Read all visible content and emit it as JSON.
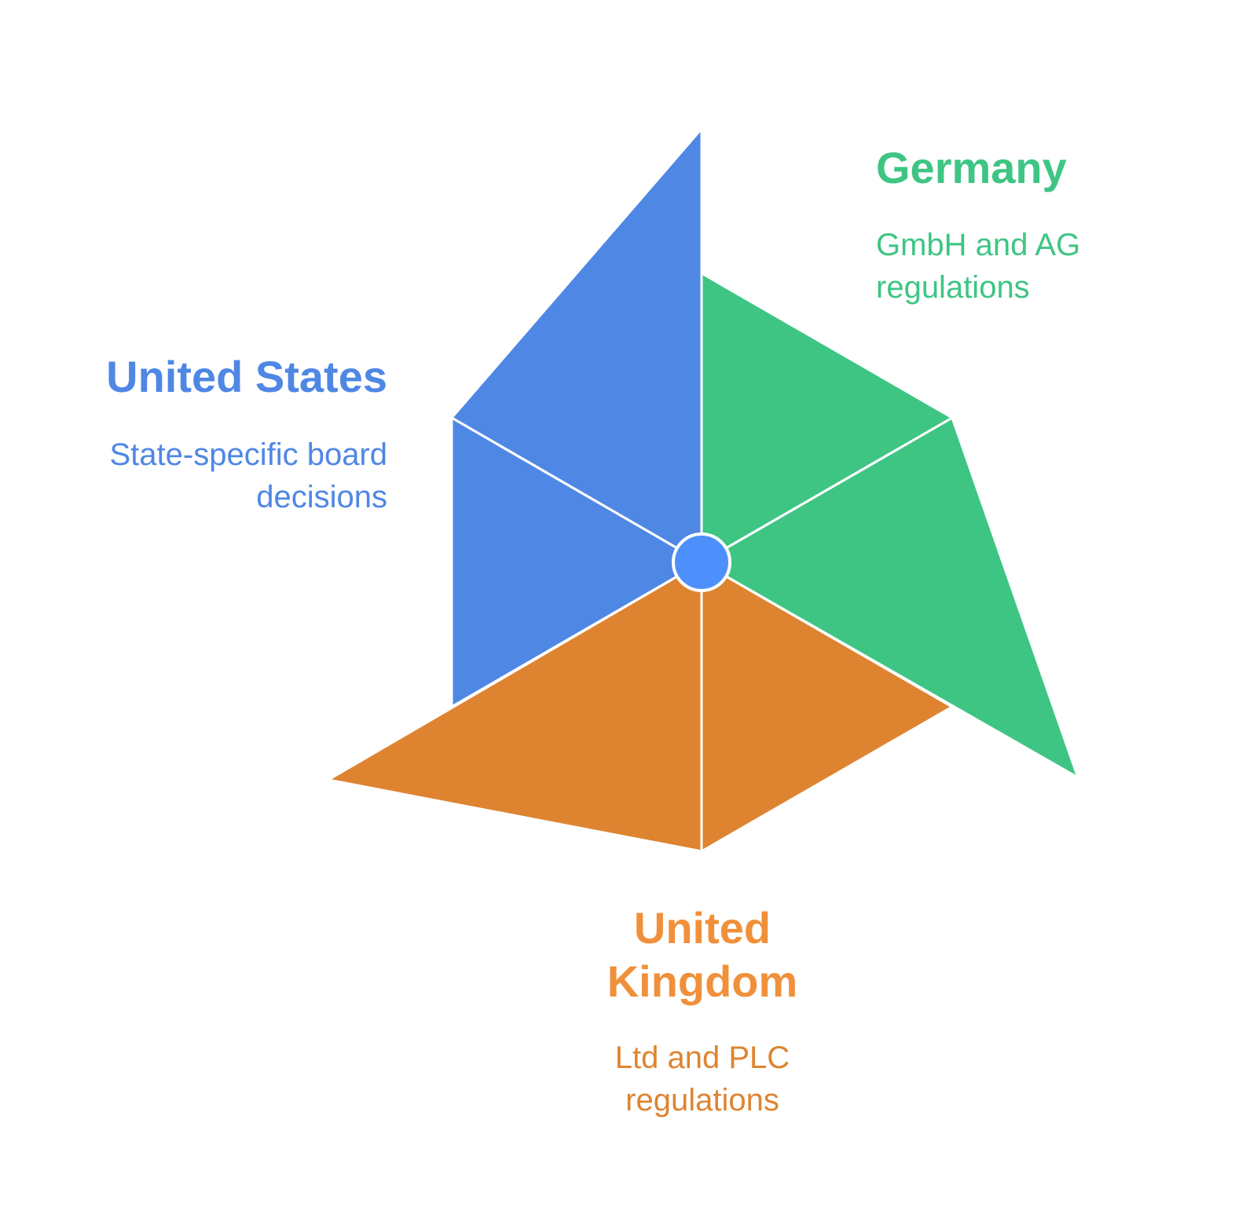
{
  "colors": {
    "united_states": "#4f87e4",
    "germany": "#3ec584",
    "united_kingdom": "#de8431",
    "united_states_text": "#4f87e4",
    "germany_text": "#3ec584",
    "united_kingdom_text": "#f0903a",
    "center_hub": "#4d90fb",
    "divider": "#ffffff"
  },
  "regions": {
    "united_states": {
      "title": "United States",
      "description": "State-specific board decisions"
    },
    "germany": {
      "title": "Germany",
      "description": "GmbH and AG regulations"
    },
    "united_kingdom": {
      "title": "United Kingdom",
      "description": "Ltd and PLC regulations"
    }
  }
}
